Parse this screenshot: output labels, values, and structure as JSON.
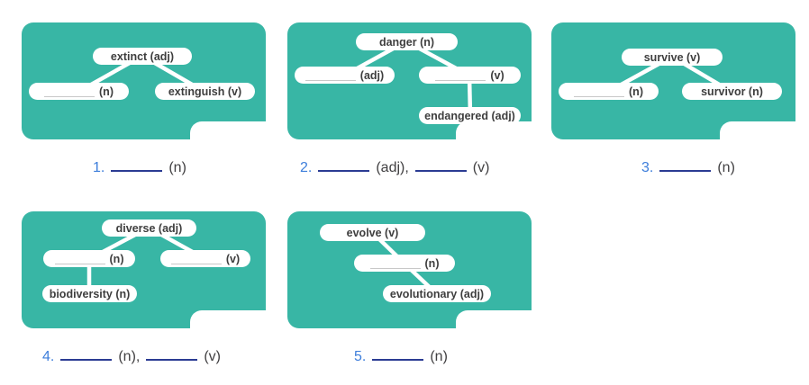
{
  "colors": {
    "card_bg": "#38b6a5",
    "pill_bg": "#ffffff",
    "pill_text": "#3e3e3e",
    "pill_blank_line": "#c8c8c8",
    "question_number": "#3d7edb",
    "question_blank_line": "#2b3c93",
    "question_suffix": "#414042",
    "connector": "#ffffff"
  },
  "cards": [
    {
      "name": "extinct-family",
      "nodes": [
        {
          "text": "extinct (adj)",
          "blank": false
        },
        {
          "text": "(n)",
          "blank": true
        },
        {
          "text": "extinguish (v)",
          "blank": false
        }
      ]
    },
    {
      "name": "danger-family",
      "nodes": [
        {
          "text": "danger (n)",
          "blank": false
        },
        {
          "text": "(adj)",
          "blank": true
        },
        {
          "text": "(v)",
          "blank": true
        },
        {
          "text": "endangered (adj)",
          "blank": false
        }
      ]
    },
    {
      "name": "survive-family",
      "nodes": [
        {
          "text": "survive (v)",
          "blank": false
        },
        {
          "text": "(n)",
          "blank": true
        },
        {
          "text": "survivor (n)",
          "blank": false
        }
      ]
    },
    {
      "name": "diverse-family",
      "nodes": [
        {
          "text": "diverse (adj)",
          "blank": false
        },
        {
          "text": "(n)",
          "blank": true
        },
        {
          "text": "(v)",
          "blank": true
        },
        {
          "text": "biodiversity (n)",
          "blank": false
        }
      ]
    },
    {
      "name": "evolve-family",
      "nodes": [
        {
          "text": "evolve (v)",
          "blank": false
        },
        {
          "text": "(n)",
          "blank": true
        },
        {
          "text": "evolutionary (adj)",
          "blank": false
        }
      ]
    }
  ],
  "questions": [
    {
      "number": "1.",
      "parts": [
        {
          "suffix": "(n)"
        }
      ]
    },
    {
      "number": "2.",
      "parts": [
        {
          "suffix": "(adj),"
        },
        {
          "suffix": "(v)"
        }
      ]
    },
    {
      "number": "3.",
      "parts": [
        {
          "suffix": "(n)"
        }
      ]
    },
    {
      "number": "4.",
      "parts": [
        {
          "suffix": "(n),"
        },
        {
          "suffix": "(v)"
        }
      ]
    },
    {
      "number": "5.",
      "parts": [
        {
          "suffix": "(n)"
        }
      ]
    }
  ]
}
